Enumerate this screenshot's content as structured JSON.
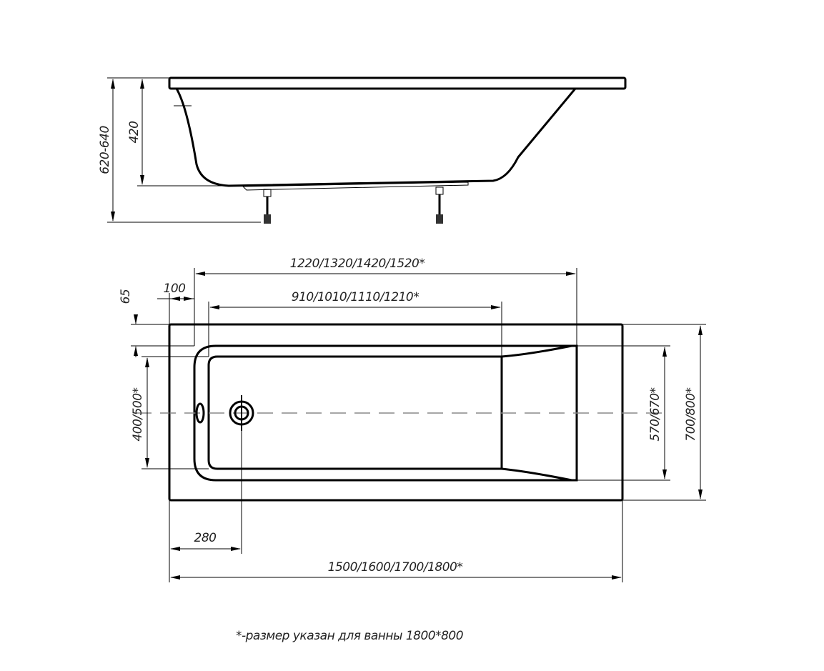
{
  "side_view": {
    "height_total": "620-640",
    "height_tub": "420"
  },
  "top_view": {
    "inner_length": "1220/1320/1420/1520*",
    "basin_length": "910/1010/1110/1210*",
    "rim_end": "100",
    "rim_side": "65",
    "basin_width": "400/500*",
    "inner_width": "570/670*",
    "outer_width": "700/800*",
    "drain_offset": "280",
    "outer_length": "1500/1600/1700/1800*"
  },
  "footnote": "*-размер указан для ванны 1800*800"
}
